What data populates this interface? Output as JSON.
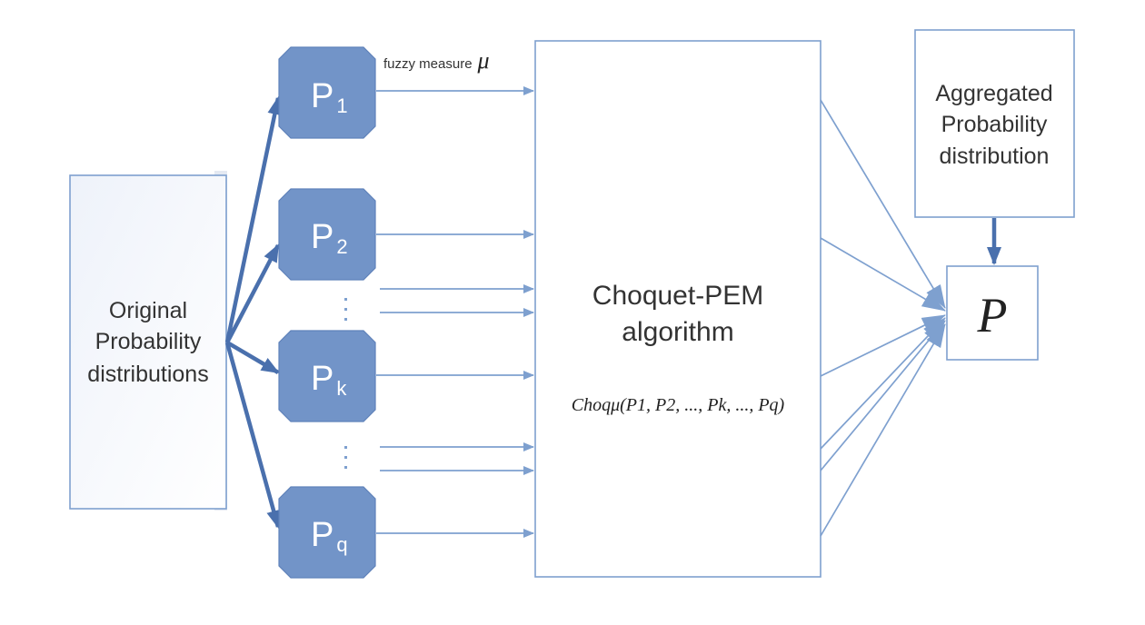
{
  "source_box": {
    "lines": [
      "Original",
      "Probability",
      "distributions"
    ]
  },
  "nodes": [
    {
      "base": "P",
      "sub": "1"
    },
    {
      "base": "P",
      "sub": "2"
    },
    {
      "base": "P",
      "sub": "k"
    },
    {
      "base": "P",
      "sub": "q"
    }
  ],
  "fuzzy_label": {
    "text": "fuzzy measure",
    "symbol": "μ"
  },
  "algorithm_box": {
    "lines": [
      "Choquet-PEM",
      "algorithm"
    ],
    "formula": "Choqμ(P1, P2, ..., Pk, ..., Pq)"
  },
  "aggregated_box": {
    "lines": [
      "Aggregated",
      "Probability",
      "distribution"
    ]
  },
  "output": {
    "symbol": "P"
  }
}
